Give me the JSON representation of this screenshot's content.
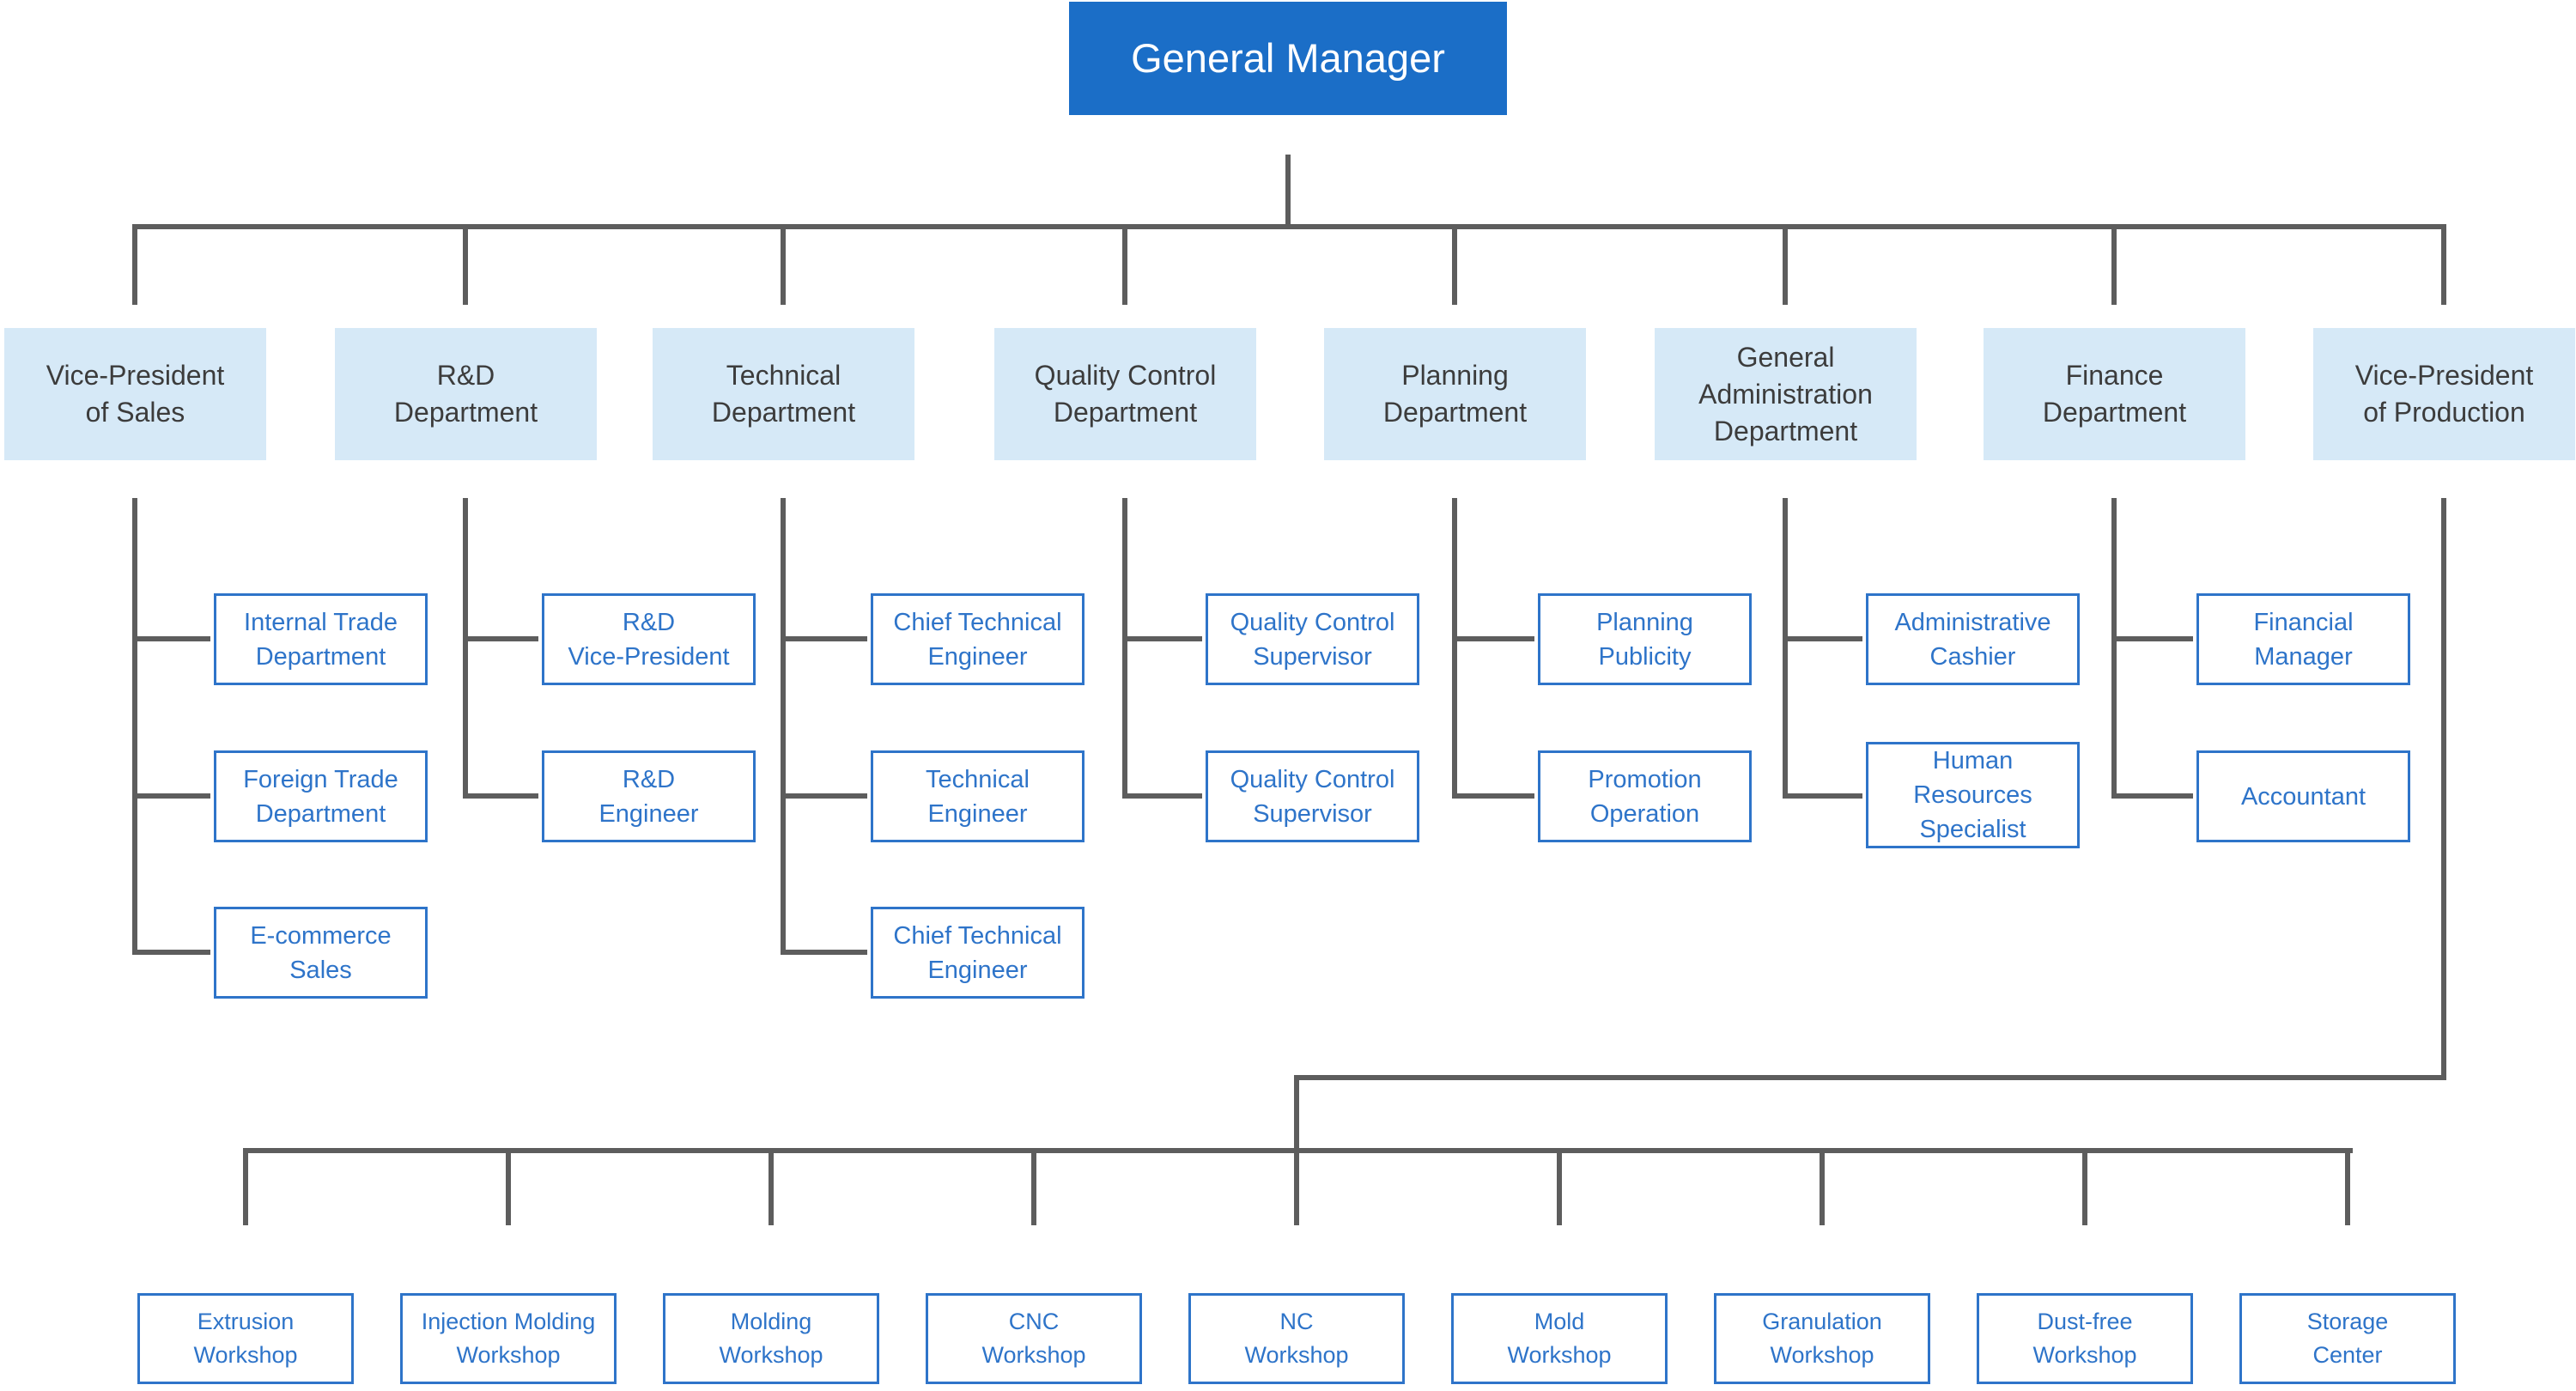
{
  "colors": {
    "gm_fill": "#1B6EC7",
    "gm_text": "#FFFFFF",
    "dept_fill": "#D6E9F7",
    "dept_text": "#3C3C3C",
    "node_border": "#2E74C9",
    "node_text": "#2E74C9",
    "line": "#5D5D5D"
  },
  "org": {
    "root": {
      "id": "general-manager",
      "label": "General Manager"
    },
    "departments": [
      {
        "id": "vice-president-of-sales",
        "label": "Vice-President\nof Sales",
        "children": [
          {
            "id": "internal-trade-department",
            "label": "Internal Trade\nDepartment"
          },
          {
            "id": "foreign-trade-department",
            "label": "Foreign Trade\nDepartment"
          },
          {
            "id": "e-commerce-sales",
            "label": "E-commerce\nSales"
          }
        ]
      },
      {
        "id": "rd-department",
        "label": "R&D\nDepartment",
        "children": [
          {
            "id": "rd-vice-president",
            "label": "R&D\nVice-President"
          },
          {
            "id": "rd-engineer",
            "label": "R&D\nEngineer"
          }
        ]
      },
      {
        "id": "technical-department",
        "label": "Technical\nDepartment",
        "children": [
          {
            "id": "chief-technical-engineer-1",
            "label": "Chief Technical\nEngineer"
          },
          {
            "id": "technical-engineer",
            "label": "Technical\nEngineer"
          },
          {
            "id": "chief-technical-engineer-2",
            "label": "Chief Technical\nEngineer"
          }
        ]
      },
      {
        "id": "quality-control-department",
        "label": "Quality Control\nDepartment",
        "children": [
          {
            "id": "quality-control-supervisor-1",
            "label": "Quality Control\nSupervisor"
          },
          {
            "id": "quality-control-supervisor-2",
            "label": "Quality Control\nSupervisor"
          }
        ]
      },
      {
        "id": "planning-department",
        "label": "Planning\nDepartment",
        "children": [
          {
            "id": "planning-publicity",
            "label": "Planning\nPublicity"
          },
          {
            "id": "promotion-operation",
            "label": "Promotion\nOperation"
          }
        ]
      },
      {
        "id": "general-administration-department",
        "label": "General\nAdministration\nDepartment",
        "children": [
          {
            "id": "administrative-cashier",
            "label": "Administrative\nCashier"
          },
          {
            "id": "human-resources-specialist",
            "label": "Human\nResources\nSpecialist"
          }
        ]
      },
      {
        "id": "finance-department",
        "label": "Finance\nDepartment",
        "children": [
          {
            "id": "financial-manager",
            "label": "Financial\nManager"
          },
          {
            "id": "accountant",
            "label": "Accountant"
          }
        ]
      },
      {
        "id": "vice-president-of-production",
        "label": "Vice-President\nof Production",
        "children": []
      }
    ],
    "workshops": [
      {
        "id": "extrusion-workshop",
        "label": "Extrusion\nWorkshop"
      },
      {
        "id": "injection-molding-workshop",
        "label": "Injection Molding\nWorkshop"
      },
      {
        "id": "molding-workshop",
        "label": "Molding\nWorkshop"
      },
      {
        "id": "cnc-workshop",
        "label": "CNC\nWorkshop"
      },
      {
        "id": "nc-workshop",
        "label": "NC\nWorkshop"
      },
      {
        "id": "mold-workshop",
        "label": "Mold\nWorkshop"
      },
      {
        "id": "granulation-workshop",
        "label": "Granulation\nWorkshop"
      },
      {
        "id": "dust-free-workshop",
        "label": "Dust-free\nWorkshop"
      },
      {
        "id": "storage-center",
        "label": "Storage\nCenter"
      }
    ]
  }
}
